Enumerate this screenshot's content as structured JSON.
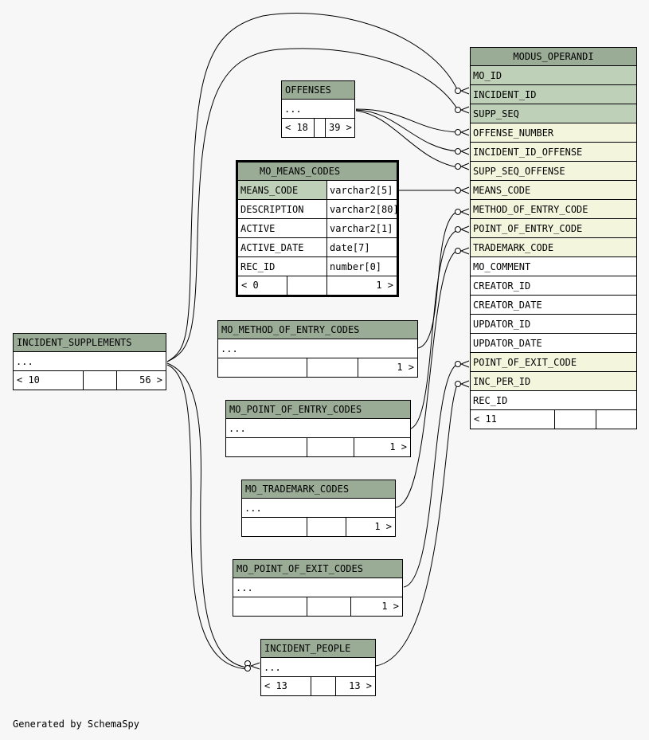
{
  "footer_text": "Generated by SchemaSpy",
  "ellipsis": "...",
  "colors": {
    "header": "#9aab96",
    "primary_key": "#bfd0b8",
    "foreign_key": "#f3f6dc",
    "background": "#f7f7f7"
  },
  "tables": {
    "modus_operandi": {
      "name": "MODUS_OPERANDI",
      "columns": [
        "MO_ID",
        "INCIDENT_ID",
        "SUPP_SEQ",
        "OFFENSE_NUMBER",
        "INCIDENT_ID_OFFENSE",
        "SUPP_SEQ_OFFENSE",
        "MEANS_CODE",
        "METHOD_OF_ENTRY_CODE",
        "POINT_OF_ENTRY_CODE",
        "TRADEMARK_CODE",
        "MO_COMMENT",
        "CREATOR_ID",
        "CREATOR_DATE",
        "UPDATOR_ID",
        "UPDATOR_DATE",
        "POINT_OF_EXIT_CODE",
        "INC_PER_ID",
        "REC_ID"
      ],
      "footer_left": "< 11",
      "footer_mid": "",
      "footer_right": ""
    },
    "offenses": {
      "name": "OFFENSES",
      "footer_left": "< 18",
      "footer_right": "39 >"
    },
    "mo_means_codes": {
      "name": "MO_MEANS_CODES",
      "rows": [
        {
          "name": "MEANS_CODE",
          "type": "varchar2[5]"
        },
        {
          "name": "DESCRIPTION",
          "type": "varchar2[80]"
        },
        {
          "name": "ACTIVE",
          "type": "varchar2[1]"
        },
        {
          "name": "ACTIVE_DATE",
          "type": "date[7]"
        },
        {
          "name": "REC_ID",
          "type": "number[0]"
        }
      ],
      "footer_left": "< 0",
      "footer_right": "1 >"
    },
    "incident_supplements": {
      "name": "INCIDENT_SUPPLEMENTS",
      "footer_left": "< 10",
      "footer_right": "56 >"
    },
    "mo_method_of_entry_codes": {
      "name": "MO_METHOD_OF_ENTRY_CODES",
      "footer_left": "",
      "footer_right": "1 >"
    },
    "mo_point_of_entry_codes": {
      "name": "MO_POINT_OF_ENTRY_CODES",
      "footer_left": "",
      "footer_right": "1 >"
    },
    "mo_trademark_codes": {
      "name": "MO_TRADEMARK_CODES",
      "footer_left": "",
      "footer_right": "1 >"
    },
    "mo_point_of_exit_codes": {
      "name": "MO_POINT_OF_EXIT_CODES",
      "footer_left": "",
      "footer_right": "1 >"
    },
    "incident_people": {
      "name": "INCIDENT_PEOPLE",
      "footer_left": "< 13",
      "footer_right": "13 >"
    }
  }
}
